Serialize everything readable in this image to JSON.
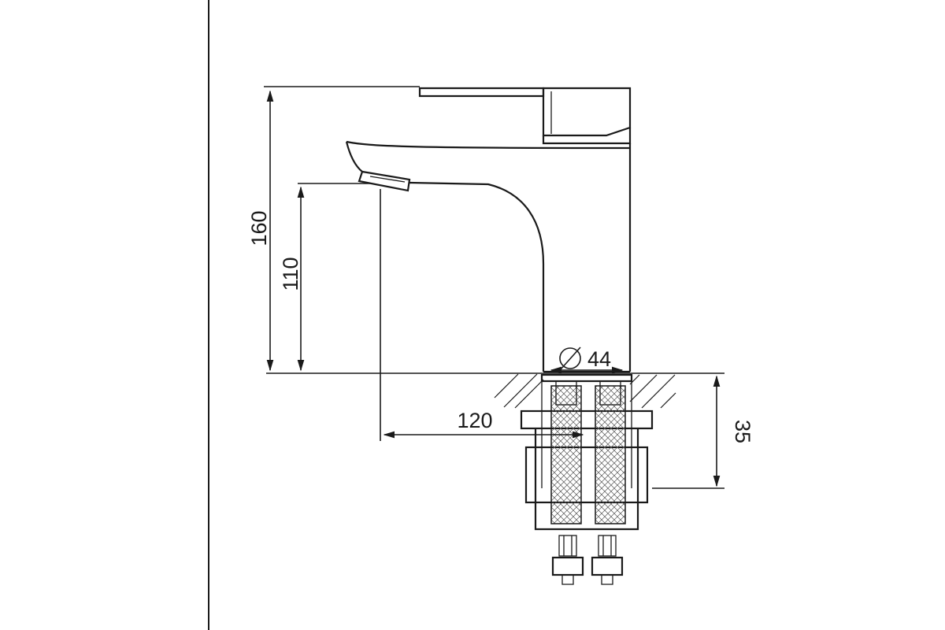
{
  "dimensions": {
    "total_height": "160",
    "spout_height": "110",
    "spout_reach": "120",
    "base_diameter": "44",
    "mounting_depth": "35"
  },
  "colors": {
    "line": "#1a1a1a",
    "background": "#ffffff"
  }
}
